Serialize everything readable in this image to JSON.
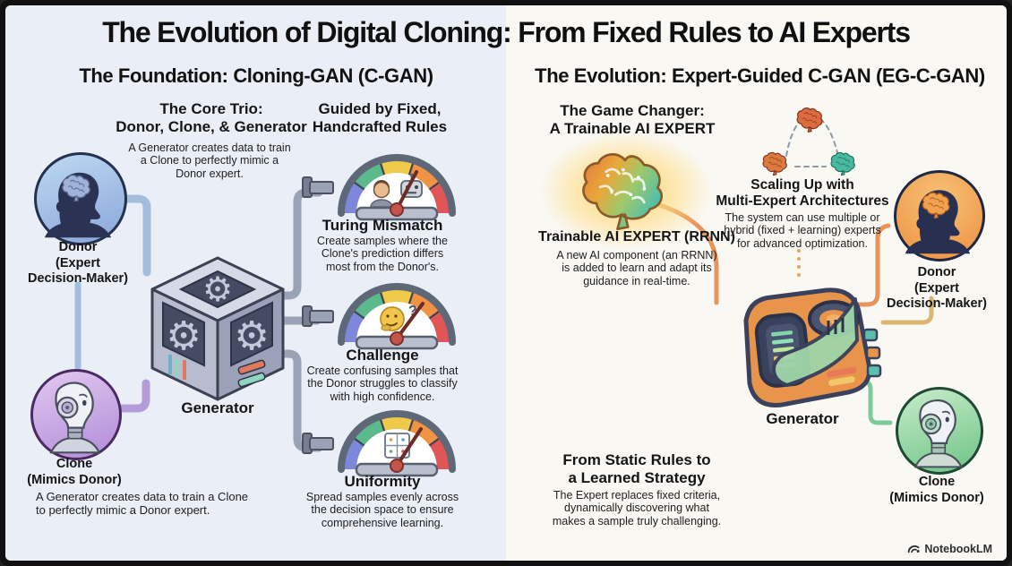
{
  "title": "The Evolution of Digital Cloning: From Fixed Rules to AI Experts",
  "branding": {
    "watermark": "NotebookLM"
  },
  "palette": {
    "left_panel_bg": "#e9eef7",
    "right_panel_bg": "#faf8f3",
    "border": "#111111",
    "donor_left_circle": "#9fc0e4",
    "clone_left_circle": "#c3a4e2",
    "donor_right_circle": "#f2a14e",
    "clone_right_circle": "#8ed49e",
    "pipe_blue": "#a3bedd",
    "pipe_purple": "#b49cd9",
    "pipe_grey": "#9aa3b6",
    "line_orange": "#e8945a",
    "line_green": "#7cc99a",
    "line_tan": "#dcb571"
  },
  "left": {
    "panel_title": "The Foundation: Cloning-GAN (C-GAN)",
    "core_trio_heading": "The Core Trio:\nDonor, Clone, & Generator",
    "core_trio_desc": "A Generator creates data to train\na Clone to perfectly mimic a\nDonor expert.",
    "rules_heading": "Guided by Fixed,\nHandcrafted Rules",
    "donor_label": "Donor\n(Expert\nDecision-Maker)",
    "clone_label": "Clone\n(Mimics Donor)",
    "generator_label": "Generator",
    "bottom_note": "A Generator creates data to train a Clone\nto perfectly mimic a Donor expert.",
    "gauges": [
      {
        "name": "Turing Mismatch",
        "desc": "Create samples where the\nClone's prediction differs\nmost from the Donor's."
      },
      {
        "name": "Challenge",
        "desc": "Create confusing samples that\nthe Donor struggles to classify\nwith high confidence."
      },
      {
        "name": "Uniformity",
        "desc": "Spread samples evenly across\nthe decision space to ensure\ncomprehensive learning."
      }
    ]
  },
  "right": {
    "panel_title": "The Evolution: Expert-Guided C-GAN (EG-C-GAN)",
    "game_changer_heading": "The Game Changer:\nA Trainable AI EXPERT",
    "expert_label": "Trainable AI EXPERT (RRNN)",
    "expert_desc": "A new AI component (an RRNN)\nis added to learn and adapt its\nguidance in real-time.",
    "scaling_heading": "Scaling Up with\nMulti-Expert Architectures",
    "scaling_desc": "The system can use multiple or\nhybrid (fixed + learning) experts\nfor advanced optimization.",
    "donor_label": "Donor\n(Expert\nDecision-Maker)",
    "clone_label": "Clone\n(Mimics Donor)",
    "generator_label": "Generator",
    "strategy_heading": "From Static Rules to\na Learned Strategy",
    "strategy_desc": "The Expert replaces fixed criteria,\ndynamically discovering what\nmakes a sample truly challenging."
  }
}
